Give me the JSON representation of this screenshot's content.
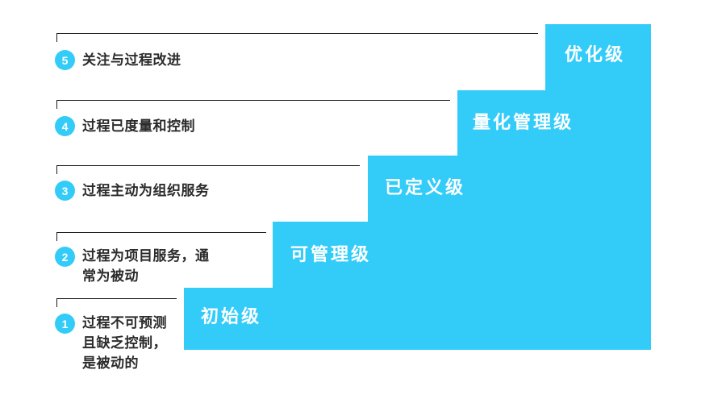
{
  "diagram": {
    "title_visible": false,
    "accent_color": "#33ccf9",
    "text_color": "#2b2b2b",
    "connector_color": "#1a1a1a",
    "background_color": "#ffffff",
    "steps": [
      {
        "number": "1",
        "step_label": "初始级",
        "description": "过程不可预测\n且缺乏控制，\n是被动的",
        "lines": 3
      },
      {
        "number": "2",
        "step_label": "可管理级",
        "description": "过程为项目服务，通\n常为被动",
        "lines": 2
      },
      {
        "number": "3",
        "step_label": "已定义级",
        "description": "过程主动为组织服务",
        "lines": 1
      },
      {
        "number": "4",
        "step_label": "量化管理级",
        "description": "过程已度量和控制",
        "lines": 1
      },
      {
        "number": "5",
        "step_label": "优化级",
        "description": "关注与过程改进",
        "lines": 1
      }
    ]
  }
}
